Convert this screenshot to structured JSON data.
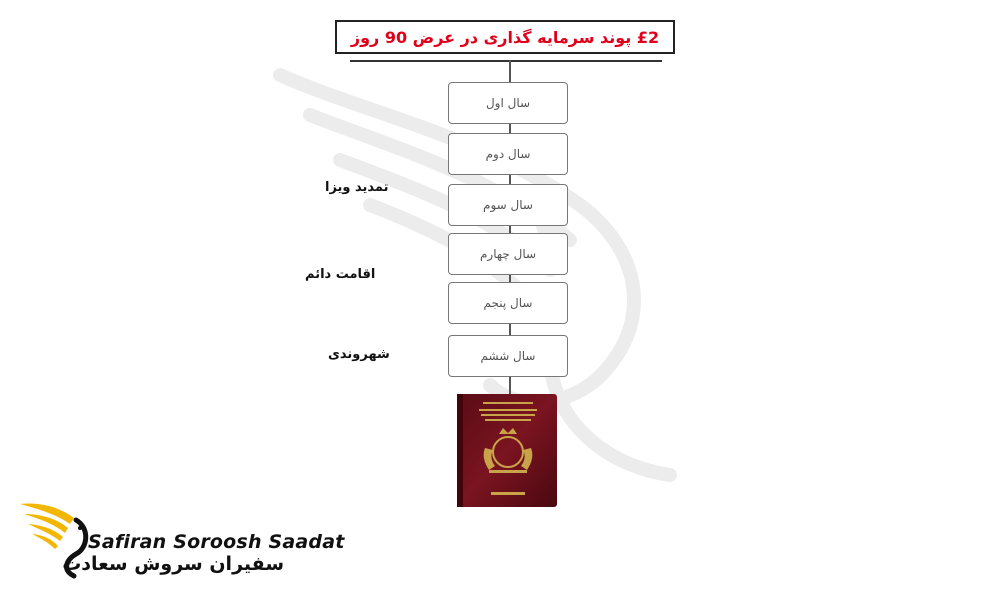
{
  "header": {
    "title": "£2 پوند سرمایه گذاری در عرض 90 روز"
  },
  "steps": [
    {
      "label": "سال اول"
    },
    {
      "label": "سال دوم"
    },
    {
      "label": "سال سوم"
    },
    {
      "label": "سال چهارم"
    },
    {
      "label": "سال پنجم"
    },
    {
      "label": "سال ششم"
    }
  ],
  "milestones": {
    "visa_renewal": "تمدید ویزا",
    "permanent_residence": "اقامت دائم",
    "citizenship": "شهروندی"
  },
  "passport": {
    "icon": "passport-icon",
    "color": "#6b0f1a"
  },
  "logo": {
    "name_en": "Safiran Soroosh Saadat",
    "name_fa": "سفیران سروش سعادت",
    "accent": "#f2b705"
  },
  "colors": {
    "title_text": "#e0001a"
  }
}
